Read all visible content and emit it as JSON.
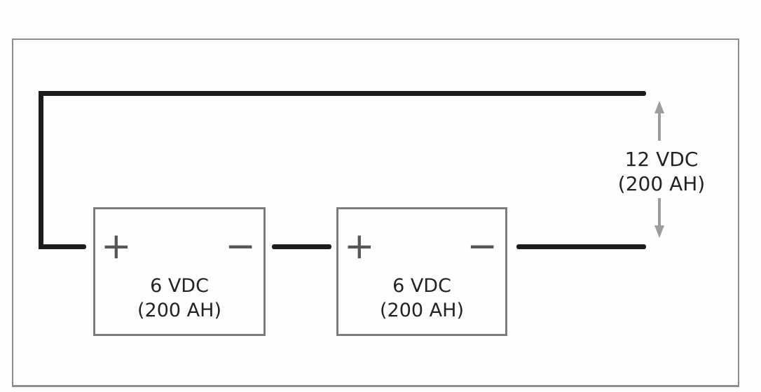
{
  "diagram": {
    "batteries": [
      {
        "voltage": "6 VDC",
        "capacity": "(200 AH)",
        "positive_label": "+",
        "negative_label": "−"
      },
      {
        "voltage": "6 VDC",
        "capacity": "(200 AH)",
        "positive_label": "+",
        "negative_label": "−"
      }
    ],
    "output": {
      "voltage": "12 VDC",
      "capacity": "(200 AH)"
    },
    "colors": {
      "wire": "#1c1c1c",
      "battery_border": "#7d7d7d",
      "terminal": "#565656",
      "text": "#232323",
      "arrow": "#9c9c9c",
      "frame_border": "#8c8c8c",
      "background": "#fefefe"
    }
  }
}
